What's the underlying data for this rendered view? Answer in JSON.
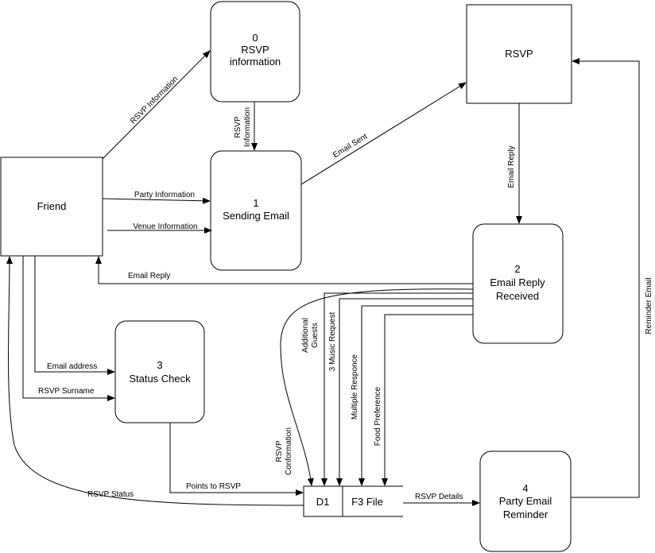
{
  "entities": {
    "friend": "Friend",
    "rsvp": "RSVP"
  },
  "processes": {
    "p0": {
      "number": "0",
      "line1": "RSVP",
      "line2": "information"
    },
    "p1": {
      "number": "1",
      "line1": "Sending Email"
    },
    "p2": {
      "number": "2",
      "line1": "Email Reply",
      "line2": "Received"
    },
    "p3": {
      "number": "3",
      "line1": "Status Check"
    },
    "p4": {
      "number": "4",
      "line1": "Party Email",
      "line2": "Reminder"
    }
  },
  "datastore": {
    "id": "D1",
    "name": "F3 File"
  },
  "flows": {
    "rsvp_information": "RSVP Information",
    "rsvp_info_l1": "RSVP",
    "rsvp_info_l2": "Information",
    "party_information": "Party Information",
    "venue_information": "Venue Information",
    "email_sent": "Email Sent",
    "email_reply_down": "Email Reply",
    "email_reply_back": "Email Reply",
    "email_address": "Email address",
    "rsvp_surname": "RSVP Surname",
    "points_to_rsvp": "Points to RSVP",
    "rsvp_status": "RSVP Status",
    "rsvp_details": "RSVP Details",
    "reminder_email": "Reminder Email",
    "additional_guests_l1": "Additional",
    "additional_guests_l2": "Guests",
    "music_request": "3 Music Request",
    "multiple_responce": "Multiple Responce",
    "food_preference": "Food Preference",
    "rsvp_conformation_l1": "RSVP",
    "rsvp_conformation_l2": "Conformation"
  }
}
